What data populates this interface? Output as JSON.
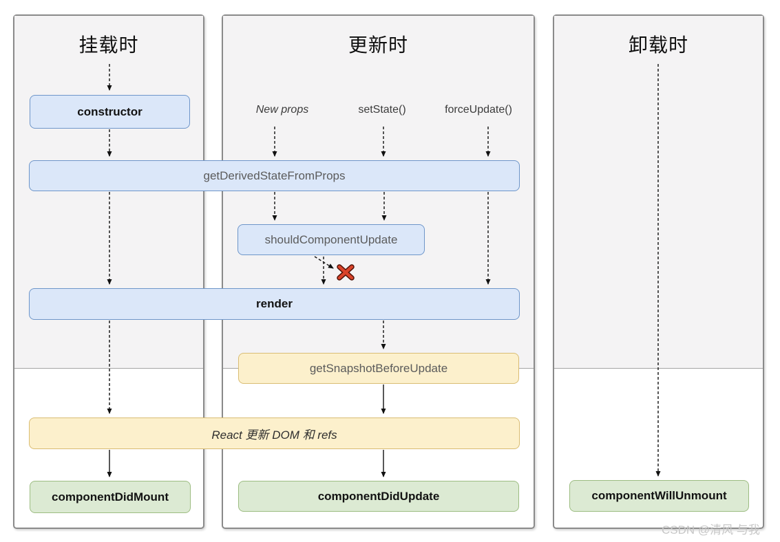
{
  "columns": [
    {
      "id": "mounting",
      "title": "挂载时"
    },
    {
      "id": "updating",
      "title": "更新时"
    },
    {
      "id": "unmounting",
      "title": "卸载时"
    }
  ],
  "triggers": {
    "new_props": "New props",
    "set_state": "setState()",
    "force_update": "forceUpdate()"
  },
  "boxes": {
    "constructor": "constructor",
    "get_derived_state_from_props": "getDerivedStateFromProps",
    "should_component_update": "shouldComponentUpdate",
    "render": "render",
    "get_snapshot_before_update": "getSnapshotBeforeUpdate",
    "react_updates_dom": "React 更新 DOM 和 refs",
    "component_did_mount": "componentDidMount",
    "component_did_update": "componentDidUpdate",
    "component_will_unmount": "componentWillUnmount"
  },
  "icons": {
    "cancel_x": "✖"
  },
  "colors": {
    "box_blue_fill": "#dbe7f9",
    "box_blue_border": "#6d95c9",
    "box_yellow_fill": "#fcf0cc",
    "box_yellow_border": "#d9bc72",
    "box_green_fill": "#dcead3",
    "box_green_border": "#9cbc81",
    "phase_top_bg": "#f4f3f4",
    "column_border": "#8a8a8a",
    "arrow": "#111111",
    "cancel_x_red": "#d9432a",
    "watermark_gray": "#c7c7c7"
  },
  "watermark": "CSDN @清风 与我"
}
